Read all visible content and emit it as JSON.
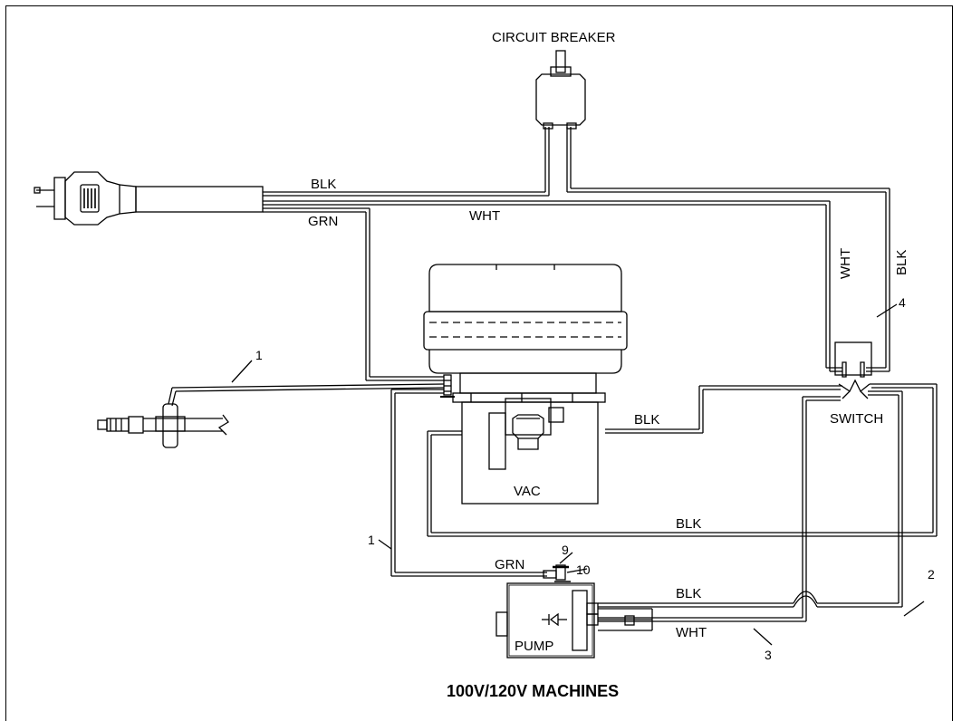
{
  "diagram": {
    "title": "100V/120V MACHINES",
    "components": {
      "circuit_breaker": "CIRCUIT BREAKER",
      "switch": "SWITCH",
      "vac": "VAC",
      "pump": "PUMP"
    },
    "wire_labels": {
      "cord_blk": "BLK",
      "cord_grn": "GRN",
      "cord_wht": "WHT",
      "switch_wht": "WHT",
      "switch_blk": "BLK",
      "vac_blk": "BLK",
      "loop_blk": "BLK",
      "pump_grn": "GRN",
      "pump_blk": "BLK",
      "pump_wht": "WHT"
    },
    "callouts": {
      "c1_top": "1",
      "c1_left": "1",
      "c2": "2",
      "c3": "3",
      "c4": "4",
      "c9": "9",
      "c10": "10"
    }
  }
}
